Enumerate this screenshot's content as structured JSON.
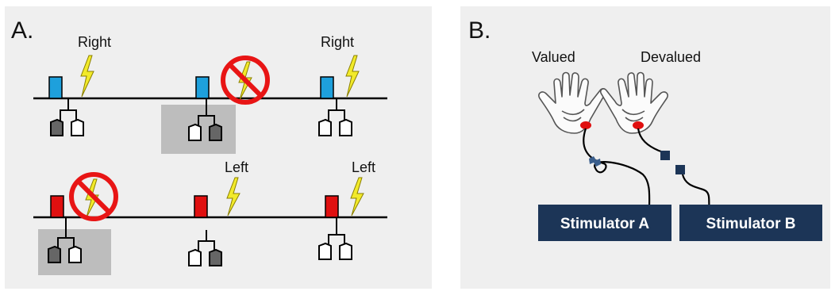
{
  "panel_a": {
    "label": "A.",
    "row1": {
      "trials": [
        {
          "label": "Right",
          "blocked": false,
          "shaded": false,
          "dark_finger": "left"
        },
        {
          "label": "",
          "blocked": true,
          "shaded": true,
          "dark_finger": "right"
        },
        {
          "label": "Right",
          "blocked": false,
          "shaded": false,
          "dark_finger": "none"
        }
      ]
    },
    "row2": {
      "trials": [
        {
          "label": "",
          "blocked": true,
          "shaded": true,
          "dark_finger": "left"
        },
        {
          "label": "Left",
          "blocked": false,
          "shaded": false,
          "dark_finger": "right"
        },
        {
          "label": "Left",
          "blocked": false,
          "shaded": false,
          "dark_finger": "none"
        }
      ]
    }
  },
  "panel_b": {
    "label": "B.",
    "hand_left_label": "Valued",
    "hand_right_label": "Devalued",
    "stimulator_a": "Stimulator A",
    "stimulator_b": "Stimulator B"
  },
  "colors": {
    "panel_bg": "#efefef",
    "cue_blue": "#1ea0dc",
    "cue_red": "#e01010",
    "bolt": "#f2ea2a",
    "prohibit": "#e81515",
    "shade": "#bdbdbd",
    "stimulator": "#1c3557",
    "electrode": "#e01010"
  }
}
